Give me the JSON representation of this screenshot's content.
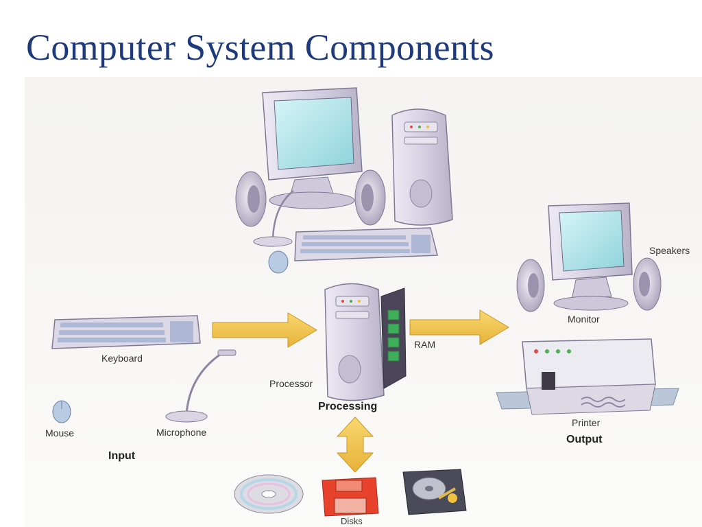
{
  "title": "Computer System Components",
  "labels": {
    "keyboard": "Keyboard",
    "mouse": "Mouse",
    "microphone": "Microphone",
    "input": "Input",
    "processor": "Processor",
    "processing": "Processing",
    "ram": "RAM",
    "speakers": "Speakers",
    "monitor": "Monitor",
    "printer": "Printer",
    "output": "Output",
    "disks": "Disks"
  },
  "colors": {
    "title": "#1f3a7a",
    "arrow": "#f0c040",
    "device": "#d8d4e4",
    "screen": "#b4e6ec",
    "disk_red": "#e8412c"
  }
}
